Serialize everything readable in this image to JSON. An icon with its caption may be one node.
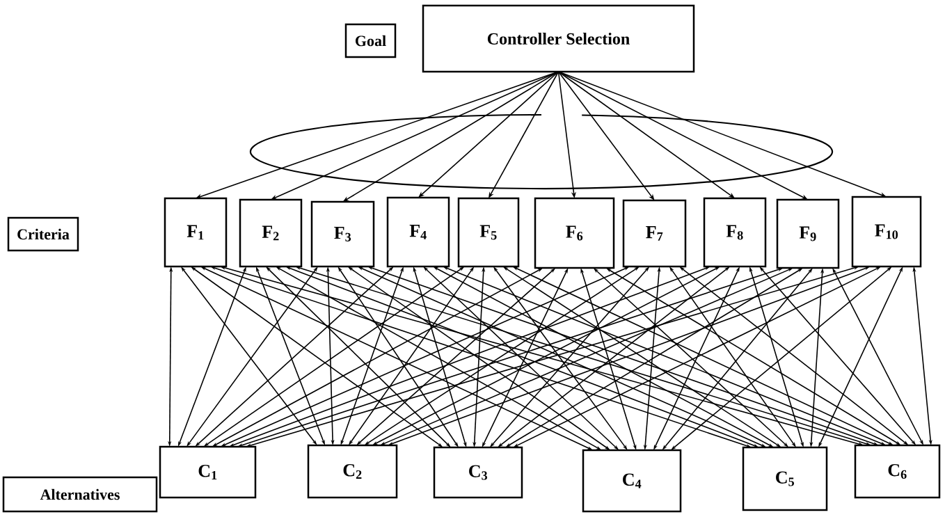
{
  "diagram": {
    "nodes": [
      {
        "text": [
          "Goal"
        ]
      },
      {
        "text": [
          "Controller Selection"
        ]
      },
      {
        "text": [
          "Criteria"
        ]
      },
      {
        "text": [
          "F$_{1}$"
        ]
      },
      {
        "text": [
          "F$_{2}$"
        ]
      },
      {
        "text": [
          "F$_{3}$"
        ]
      },
      {
        "text": [
          "F$_{4}$"
        ]
      },
      {
        "text": [
          "F$_{5}$"
        ]
      },
      {
        "text": [
          "F$_{6}$"
        ]
      },
      {
        "text": [
          "F$_{7}$"
        ]
      },
      {
        "text": [
          "F$_{8}$"
        ]
      },
      {
        "text": [
          "F$_{9}$"
        ]
      },
      {
        "text": [
          "F$_{10}$"
        ]
      },
      {
        "text": [
          "Alternatives"
        ]
      },
      {
        "text": [
          "C$_{1}$"
        ]
      },
      {
        "text": [
          "C$_{2}$"
        ]
      },
      {
        "text": [
          "C$_{3}$"
        ]
      },
      {
        "text": [
          "C$_{4}$"
        ]
      },
      {
        "text": [
          "C$_{5}$"
        ]
      },
      {
        "text": [
          "C$_{6}$"
        ]
      }
    ],
    "edges": [
      {
        "from": 1,
        "to": 3,
        "arrow": "to"
      },
      {
        "from": 1,
        "to": 4,
        "arrow": "to"
      },
      {
        "from": 1,
        "to": 5,
        "arrow": "to"
      },
      {
        "from": 1,
        "to": 6,
        "arrow": "to"
      },
      {
        "from": 1,
        "to": 7,
        "arrow": "to"
      },
      {
        "from": 1,
        "to": 8,
        "arrow": "to"
      },
      {
        "from": 1,
        "to": 9,
        "arrow": "to"
      },
      {
        "from": 1,
        "to": 10,
        "arrow": "to"
      },
      {
        "from": 1,
        "to": 11,
        "arrow": "to"
      },
      {
        "from": 1,
        "to": 12,
        "arrow": "to"
      },
      {
        "from": 14,
        "to": 3,
        "arrow": "both"
      },
      {
        "from": 14,
        "to": 4,
        "arrow": "both"
      },
      {
        "from": 14,
        "to": 5,
        "arrow": "both"
      },
      {
        "from": 14,
        "to": 6,
        "arrow": "both"
      },
      {
        "from": 14,
        "to": 7,
        "arrow": "both"
      },
      {
        "from": 14,
        "to": 8,
        "arrow": "both"
      },
      {
        "from": 14,
        "to": 9,
        "arrow": "both"
      },
      {
        "from": 14,
        "to": 10,
        "arrow": "both"
      },
      {
        "from": 14,
        "to": 11,
        "arrow": "both"
      },
      {
        "from": 14,
        "to": 12,
        "arrow": "both"
      },
      {
        "from": 15,
        "to": 3,
        "arrow": "both"
      },
      {
        "from": 15,
        "to": 4,
        "arrow": "both"
      },
      {
        "from": 15,
        "to": 5,
        "arrow": "both"
      },
      {
        "from": 15,
        "to": 6,
        "arrow": "both"
      },
      {
        "from": 15,
        "to": 7,
        "arrow": "both"
      },
      {
        "from": 15,
        "to": 8,
        "arrow": "both"
      },
      {
        "from": 15,
        "to": 9,
        "arrow": "both"
      },
      {
        "from": 15,
        "to": 10,
        "arrow": "both"
      },
      {
        "from": 15,
        "to": 11,
        "arrow": "both"
      },
      {
        "from": 15,
        "to": 12,
        "arrow": "both"
      },
      {
        "from": 16,
        "to": 3,
        "arrow": "both"
      },
      {
        "from": 16,
        "to": 4,
        "arrow": "both"
      },
      {
        "from": 16,
        "to": 5,
        "arrow": "both"
      },
      {
        "from": 16,
        "to": 6,
        "arrow": "both"
      },
      {
        "from": 16,
        "to": 7,
        "arrow": "both"
      },
      {
        "from": 16,
        "to": 8,
        "arrow": "both"
      },
      {
        "from": 16,
        "to": 9,
        "arrow": "both"
      },
      {
        "from": 16,
        "to": 10,
        "arrow": "both"
      },
      {
        "from": 16,
        "to": 11,
        "arrow": "both"
      },
      {
        "from": 16,
        "to": 12,
        "arrow": "both"
      },
      {
        "from": 17,
        "to": 3,
        "arrow": "both"
      },
      {
        "from": 17,
        "to": 4,
        "arrow": "both"
      },
      {
        "from": 17,
        "to": 5,
        "arrow": "both"
      },
      {
        "from": 17,
        "to": 6,
        "arrow": "both"
      },
      {
        "from": 17,
        "to": 7,
        "arrow": "both"
      },
      {
        "from": 17,
        "to": 8,
        "arrow": "both"
      },
      {
        "from": 17,
        "to": 9,
        "arrow": "both"
      },
      {
        "from": 17,
        "to": 10,
        "arrow": "both"
      },
      {
        "from": 17,
        "to": 11,
        "arrow": "both"
      },
      {
        "from": 17,
        "to": 12,
        "arrow": "both"
      },
      {
        "from": 18,
        "to": 3,
        "arrow": "both"
      },
      {
        "from": 18,
        "to": 4,
        "arrow": "both"
      },
      {
        "from": 18,
        "to": 5,
        "arrow": "both"
      },
      {
        "from": 18,
        "to": 6,
        "arrow": "both"
      },
      {
        "from": 18,
        "to": 7,
        "arrow": "both"
      },
      {
        "from": 18,
        "to": 8,
        "arrow": "both"
      },
      {
        "from": 18,
        "to": 9,
        "arrow": "both"
      },
      {
        "from": 18,
        "to": 10,
        "arrow": "both"
      },
      {
        "from": 18,
        "to": 11,
        "arrow": "both"
      },
      {
        "from": 18,
        "to": 12,
        "arrow": "both"
      },
      {
        "from": 19,
        "to": 3,
        "arrow": "both"
      },
      {
        "from": 19,
        "to": 4,
        "arrow": "both"
      },
      {
        "from": 19,
        "to": 5,
        "arrow": "both"
      },
      {
        "from": 19,
        "to": 6,
        "arrow": "both"
      },
      {
        "from": 19,
        "to": 7,
        "arrow": "both"
      },
      {
        "from": 19,
        "to": 8,
        "arrow": "both"
      },
      {
        "from": 19,
        "to": 9,
        "arrow": "both"
      },
      {
        "from": 19,
        "to": 10,
        "arrow": "both"
      },
      {
        "from": 19,
        "to": 11,
        "arrow": "both"
      },
      {
        "from": 19,
        "to": 12,
        "arrow": "both"
      }
    ]
  }
}
